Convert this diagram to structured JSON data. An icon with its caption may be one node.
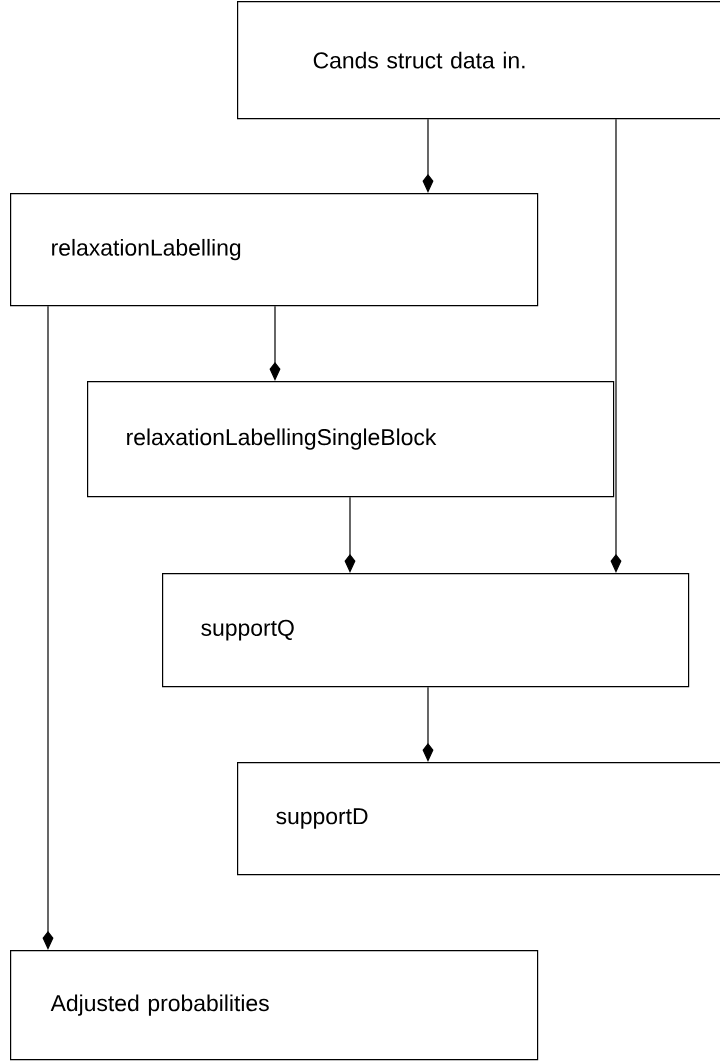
{
  "diagram": {
    "nodes": [
      {
        "text": [
          "Cands struct data in."
        ]
      },
      {
        "text": [
          "relaxationLabelling"
        ]
      },
      {
        "text": [
          "relaxationLabellingSingleBlock"
        ]
      },
      {
        "text": [
          "supportQ"
        ]
      },
      {
        "text": [
          "supportD"
        ]
      },
      {
        "text": [
          "Adjusted probabilities"
        ]
      }
    ],
    "edges": [
      {
        "from": 0,
        "to": 1,
        "arrow": "to"
      },
      {
        "from": 0,
        "to": 3,
        "arrow": "to"
      },
      {
        "from": 1,
        "to": 2,
        "arrow": "to"
      },
      {
        "from": 1,
        "to": 5,
        "arrow": "to"
      },
      {
        "from": 2,
        "to": 3,
        "arrow": "to"
      },
      {
        "from": 3,
        "to": 4,
        "arrow": "to"
      }
    ]
  }
}
